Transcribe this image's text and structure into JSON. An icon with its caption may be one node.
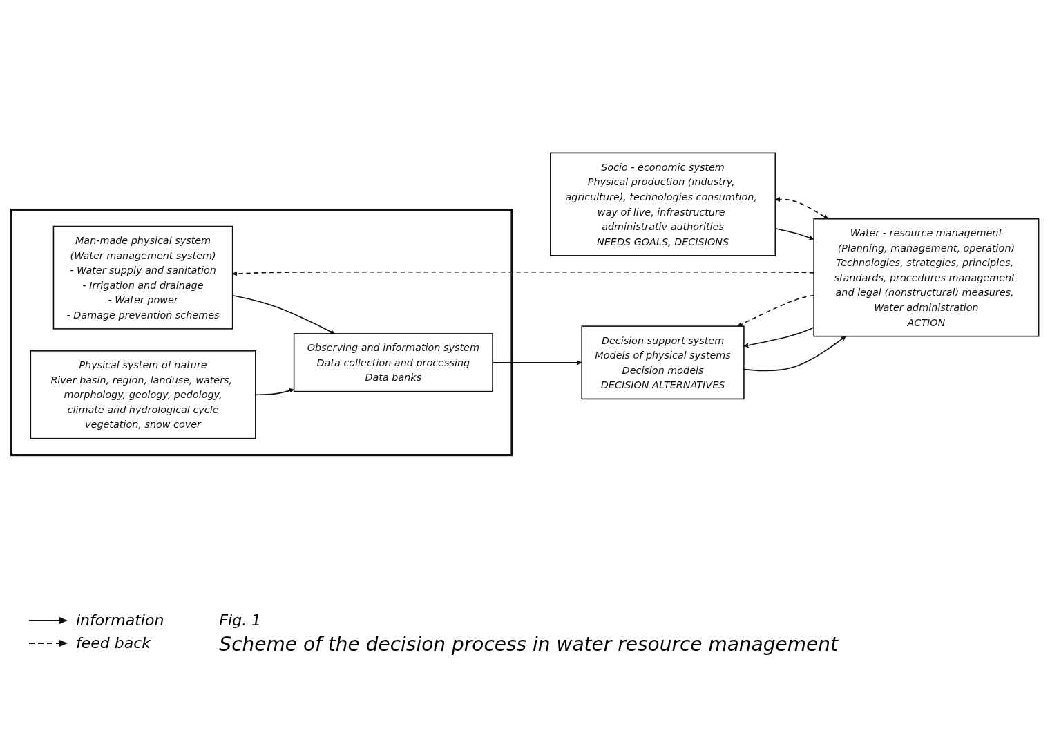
{
  "diagram": {
    "caption": "Scheme of the decision process in water resource management",
    "nodes": [
      {
        "text": [],
        "shape": "box"
      },
      {
        "text": [
          "Man-made physical system",
          "(Water management system)",
          "- Water supply and sanitation",
          "- Irrigation and drainage",
          "- Water power",
          "- Damage prevention schemes"
        ],
        "in": 0
      },
      {
        "text": [
          "Observing and information system",
          "Data collection and processing",
          "Data banks"
        ],
        "in": 0
      },
      {
        "text": [
          "Physical system of nature",
          "River basin, region, landuse, waters, morphology, geology, pedology,",
          "climate and hydrological cycle",
          "vegetation, snow cover"
        ],
        "in": 0
      },
      {
        "text": [
          "Socio - economic system",
          "Physical production (industry, agriculture), technologies consumtion, way of live, infrastructure administrativ authorities",
          "NEEDS GOALS, DECISIONS"
        ]
      },
      {
        "text": [
          "Decision support system",
          "Models of physical systems",
          "Decision models",
          "DECISION ALTERNATIVES"
        ]
      },
      {
        "text": [
          "Water - resource management",
          "(Planning, management, operation)",
          "Technologies, strategies, principles, standards, procedures management and legal (nonstructural) measures, Water administration",
          "ACTION"
        ]
      }
    ],
    "edges": [
      {
        "from": 1,
        "to": 2,
        "arrow": "to"
      },
      {
        "from": 3,
        "to": 2,
        "arrow": "to"
      },
      {
        "from": 2,
        "to": 5,
        "arrow": "to"
      },
      {
        "from": 5,
        "to": 6,
        "arrow": "to"
      },
      {
        "from": 6,
        "to": 5,
        "arrow": "to"
      },
      {
        "from": 6,
        "to": 5,
        "arrow": "to",
        "style": "dashed"
      },
      {
        "from": 4,
        "to": 6,
        "arrow": "to"
      },
      {
        "from": 4,
        "to": 6,
        "arrow": "both",
        "style": "dashed"
      },
      {
        "from": 6,
        "to": 1,
        "arrow": "to",
        "style": "dashed"
      }
    ],
    "labels": [
      "Fig. 1"
    ],
    "legend": [
      {
        "text": "information"
      },
      {
        "text": "feed back"
      }
    ]
  }
}
